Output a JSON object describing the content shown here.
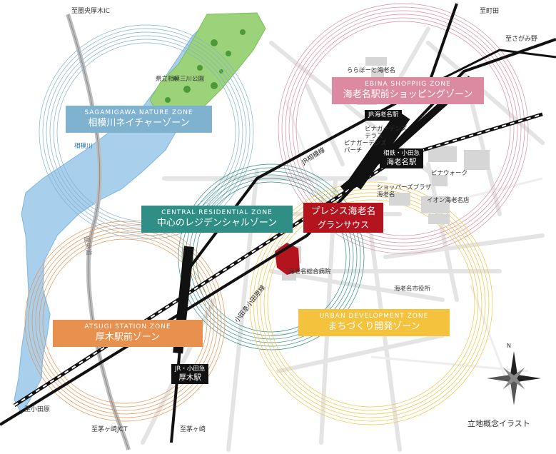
{
  "colors": {
    "nature": "#7fb2cf",
    "ebina": "#dc8aa2",
    "central": "#2f8f86",
    "atsugi": "#e8914e",
    "urban": "#f4c23c",
    "property": "#b4141e",
    "park_green": "#9bd27a",
    "river": "#a8cfec",
    "road": "#e6e6e6",
    "rail": "#111111"
  },
  "zones": {
    "nature": {
      "en": "SAGAMIGAWA NATURE ZONE",
      "jp": "相模川ネイチャーゾーン"
    },
    "ebina": {
      "en": "EBINA SHOPPIIG ZONE",
      "jp": "海老名駅前ショッピングゾーン"
    },
    "central": {
      "en": "CENTRAL RESIDENTIAL ZONE",
      "jp": "中心のレジデンシャルゾーン"
    },
    "atsugi": {
      "en": "ATSUGI STATION ZONE",
      "jp": "厚木駅前ゾーン"
    },
    "urban": {
      "en": "URBAN DEVELOPMENT ZONE",
      "jp": "まちづくり開発ゾーン"
    }
  },
  "property": {
    "line1": "プレシス海老名",
    "line2": "グランサウス"
  },
  "stations": {
    "jr_ebina": "JR海老名駅",
    "sotetsu_ebina": {
      "line1": "相鉄・小田急",
      "line2": "海老名駅"
    },
    "atsugi": {
      "line1": "JR・小田急",
      "line2": "厚木駅"
    }
  },
  "directions": {
    "ken_oudan": "至圏央厚木IC",
    "machida": "至町田",
    "sagamino": "至さがみ野",
    "odawara": "至小田原",
    "samukawa_jct": "至茅ヶ崎JCT",
    "chigasaki": "至茅ヶ崎"
  },
  "landmarks": {
    "park": "県立相模三川公園",
    "river": "相模川",
    "lalaport": "ららぽーと海老名",
    "vinagardens": "ビナガーデンズ\nテラス",
    "vinagardens_perch": "ビナガーデンズ\nパーチ",
    "vinawalk": "ビナウォーク",
    "shoppers": "ショッパーズプラザ\n海老名",
    "aeon": "イオン海老名店",
    "hospital": "海老名総合病院",
    "city_office": "海老名市役所"
  },
  "rail_labels": {
    "jr_sagami": "JR相模線",
    "odakyu": "小田急小田原線",
    "ken_oudan_road": "圏央道"
  },
  "compass": {
    "north": "N"
  },
  "caption": "立地概念イラスト"
}
